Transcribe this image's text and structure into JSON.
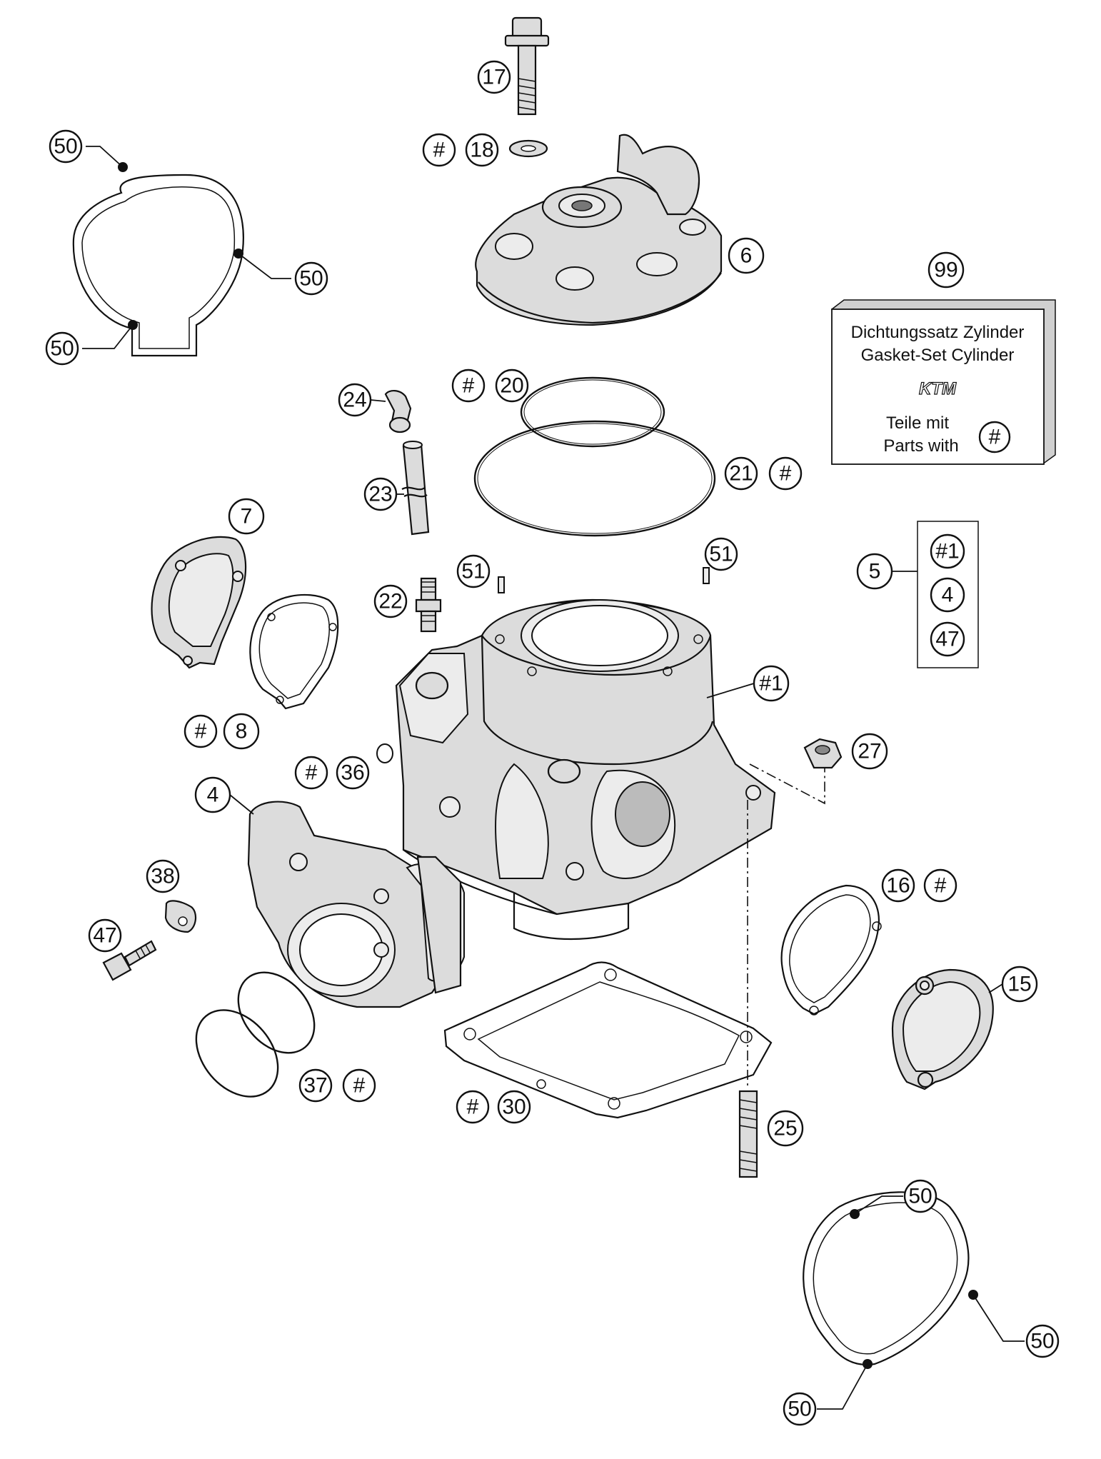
{
  "callouts": {
    "c17": "17",
    "c18h": "#",
    "c18": "18",
    "c6": "6",
    "c50a": "50",
    "c50b": "50",
    "c50c": "50",
    "c50d": "50",
    "c50e": "50",
    "c50f": "50",
    "c99": "99",
    "c24": "24",
    "c20h": "#",
    "c20": "20",
    "c23": "23",
    "c21": "21",
    "c21h": "#",
    "c7": "7",
    "c51a": "51",
    "c51b": "51",
    "c22": "22",
    "c5": "5",
    "c5a": "#1",
    "c5b": "4",
    "c5c": "47",
    "c1": "#1",
    "c8h": "#",
    "c8": "8",
    "c36h": "#",
    "c36": "36",
    "c27": "27",
    "c4": "4",
    "c38": "38",
    "c16": "16",
    "c16h": "#",
    "c47": "47",
    "c15": "15",
    "c37": "37",
    "c37h": "#",
    "c30h": "#",
    "c30": "30",
    "c25": "25"
  },
  "kit": {
    "line1": "Dichtungssatz Zylinder",
    "line2": "Gasket-Set Cylinder",
    "logo": "KTM",
    "line3": "Teile mit",
    "line4": "Parts with",
    "hash": "#"
  },
  "icons": [
    "bolt",
    "washer",
    "cylinder-head",
    "gasket",
    "o-ring",
    "cylinder",
    "intake-manifold",
    "stud",
    "nut",
    "gasket-kit-box"
  ]
}
